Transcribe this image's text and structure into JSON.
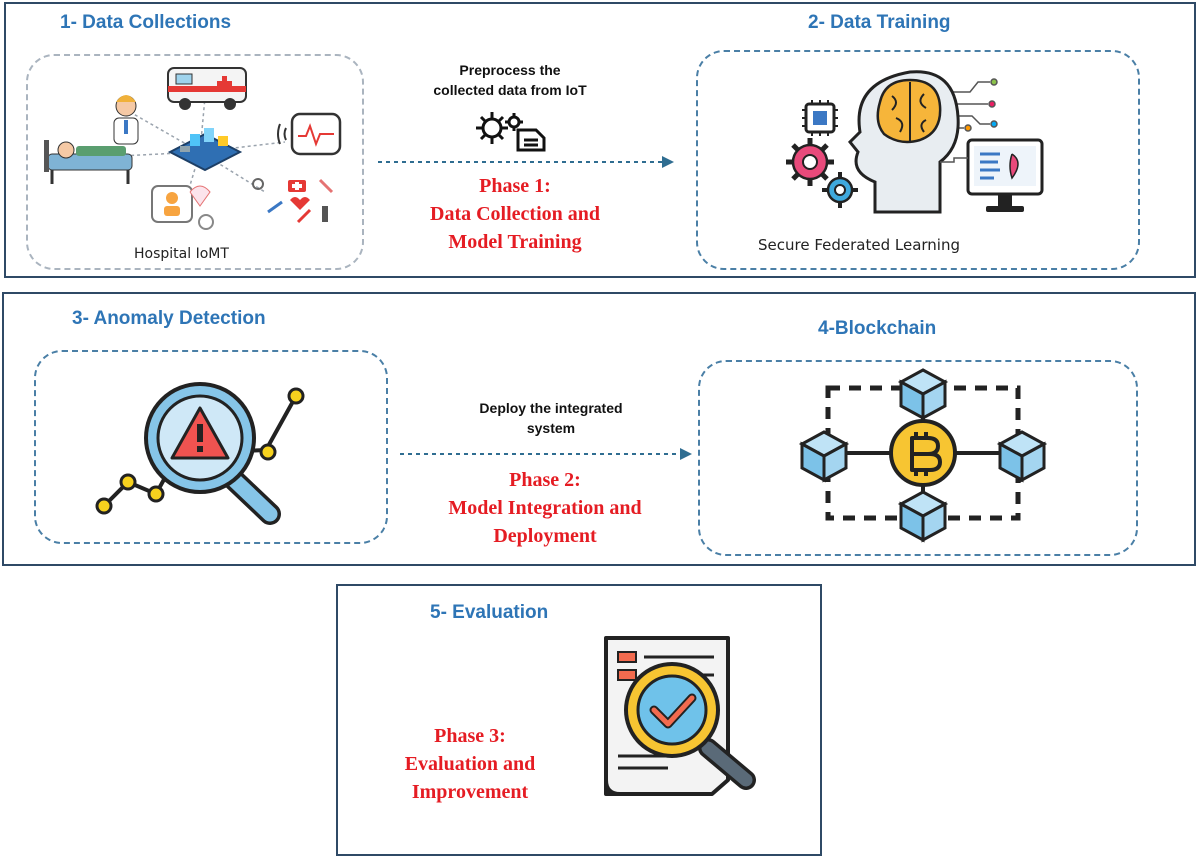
{
  "phase1": {
    "step1_title": "1-  Data Collections",
    "step2_title": "2-  Data Training",
    "hospital_caption": "Hospital IoMT",
    "federated_caption": "Secure Federated Learning",
    "arrow_note_line1": "Preprocess the",
    "arrow_note_line2": "collected data from IoT",
    "phase_line1": "Phase 1:",
    "phase_line2": "Data Collection and",
    "phase_line3": "Model Training"
  },
  "phase2": {
    "step3_title": "3-  Anomaly Detection",
    "step4_title": "4-Blockchain",
    "arrow_note_line1": "Deploy the integrated",
    "arrow_note_line2": "system",
    "phase_line1": "Phase 2:",
    "phase_line2": "Model Integration and",
    "phase_line3": "Deployment"
  },
  "phase3": {
    "step5_title": "5-  Evaluation",
    "phase_line1": "Phase 3:",
    "phase_line2": "Evaluation and",
    "phase_line3": "Improvement"
  },
  "colors": {
    "title_blue": "#2e75b6",
    "phase_red": "#e51c23",
    "panel_border": "#2f4a66",
    "arrow": "#2f6d91"
  },
  "icons": [
    "hospital-iomt-illustration",
    "gear-document-icon",
    "ai-brain-head-icon",
    "anomaly-magnifier-icon",
    "blockchain-bitcoin-icon",
    "evaluation-report-icon"
  ]
}
